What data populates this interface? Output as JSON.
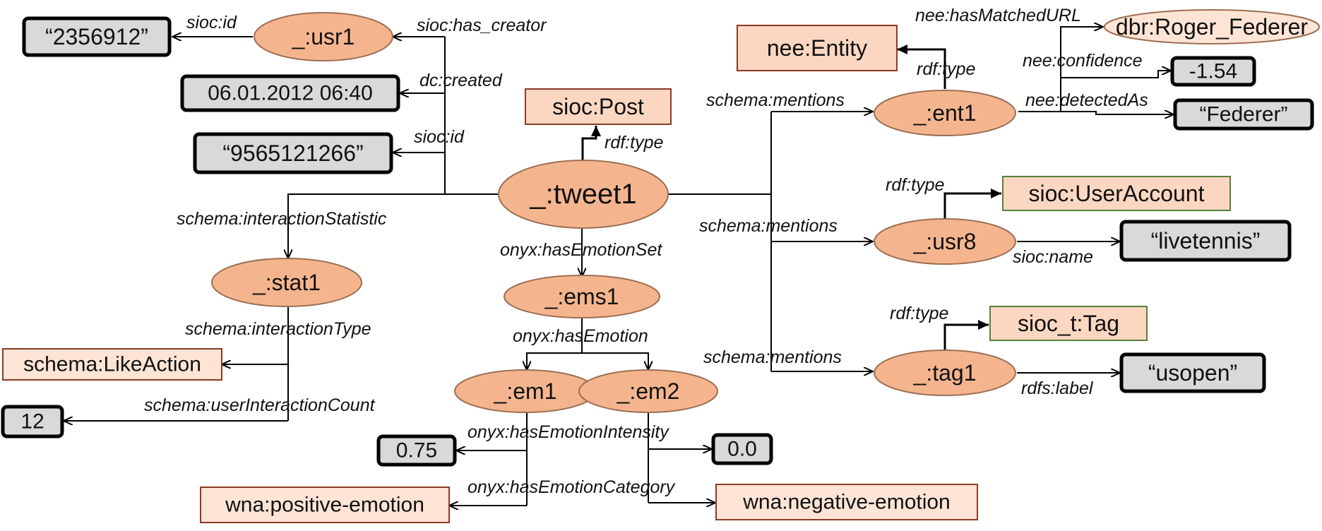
{
  "colors": {
    "blank_node_fill": "#f4b58e",
    "blank_node_stroke": "#9c6e52",
    "class_fill": "#fbd7c1",
    "class_stroke": "#8b3a26",
    "class_green_stroke": "#5a7f3a",
    "literal_fill": "#d9d9d9",
    "literal_stroke": "#000000",
    "uri_fill": "#fde4d4"
  },
  "nodes": {
    "tweet1": "_:tweet1",
    "usr1": "_:usr1",
    "lit_usr_id": "“2356912”",
    "lit_created": "06.01.2012 06:40",
    "cls_post": "sioc:Post",
    "lit_tweet_id": "“9565121266”",
    "stat1": "_:stat1",
    "cls_like": "schema:LikeAction",
    "lit_count": "12",
    "ems1": "_:ems1",
    "em1": "_:em1",
    "em2": "_:em2",
    "lit_em1_int": "0.75",
    "lit_em2_int": "0.0",
    "cat_pos": "wna:positive-emotion",
    "cat_neg": "wna:negative-emotion",
    "ent1": "_:ent1",
    "cls_entity": "nee:Entity",
    "uri_federer": "dbr:Roger_Federer",
    "lit_conf": "-1.54",
    "lit_detected": "“Federer”",
    "usr8": "_:usr8",
    "cls_useracct": "sioc:UserAccount",
    "lit_name": "“livetennis”",
    "tag1": "_:tag1",
    "cls_tag": "sioc_t:Tag",
    "lit_label": "“usopen”"
  },
  "edges": {
    "usr_id": "sioc:id",
    "has_creator": "sioc:has_creator",
    "created": "dc:created",
    "tweet_id": "sioc:id",
    "post_type": "rdf:type",
    "interaction_stat": "schema:interactionStatistic",
    "interaction_type": "schema:interactionType",
    "interaction_count": "schema:userInteractionCount",
    "has_emotion_set": "onyx:hasEmotionSet",
    "has_emotion": "onyx:hasEmotion",
    "emotion_intensity": "onyx:hasEmotionIntensity",
    "emotion_category": "onyx:hasEmotionCategory",
    "mentions_1": "schema:mentions",
    "mentions_2": "schema:mentions",
    "mentions_3": "schema:mentions",
    "matched_url": "nee:hasMatchedURL",
    "ent_type": "rdf:type",
    "confidence": "nee:confidence",
    "detected_as": "nee:detectedAs",
    "usr8_type": "rdf:type",
    "usr8_name": "sioc:name",
    "tag_type": "rdf:type",
    "tag_label": "rdfs:label"
  }
}
